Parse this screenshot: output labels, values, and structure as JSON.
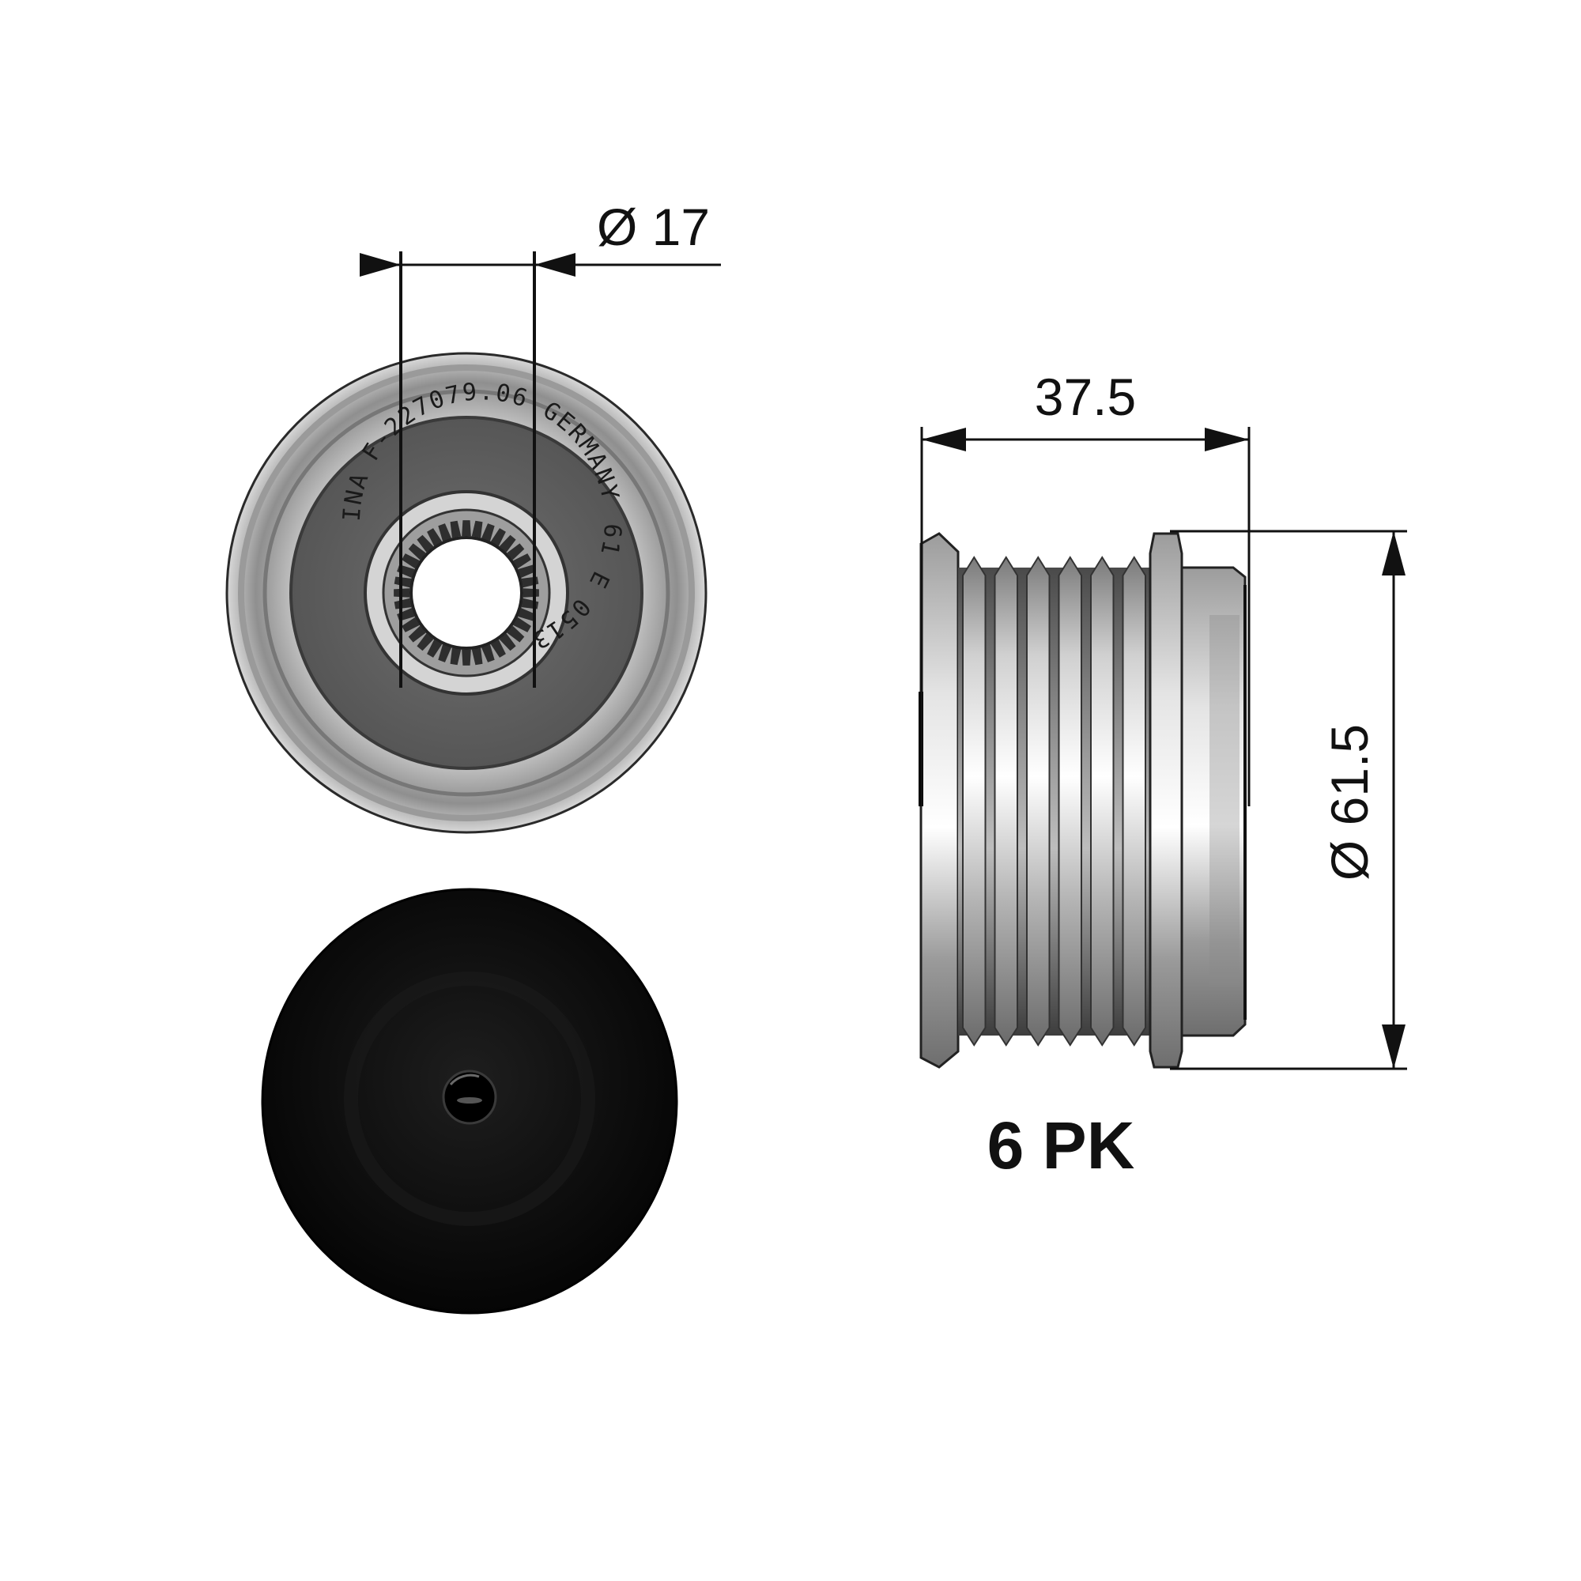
{
  "dimensions": {
    "bore_diameter": "Ø 17",
    "width": "37.5",
    "outer_diameter": "Ø 61.5"
  },
  "profile": "6 PK",
  "stamp": {
    "brand": "INA",
    "part_number": "F-227079.06",
    "origin": "GERMANY",
    "code": "61 E 0513"
  },
  "colors": {
    "line": "#111111",
    "metal_light": "#e6e6e6",
    "metal_mid": "#a8a8a8",
    "metal_dark": "#5a5a5a",
    "cap": "#0c0c0c"
  }
}
